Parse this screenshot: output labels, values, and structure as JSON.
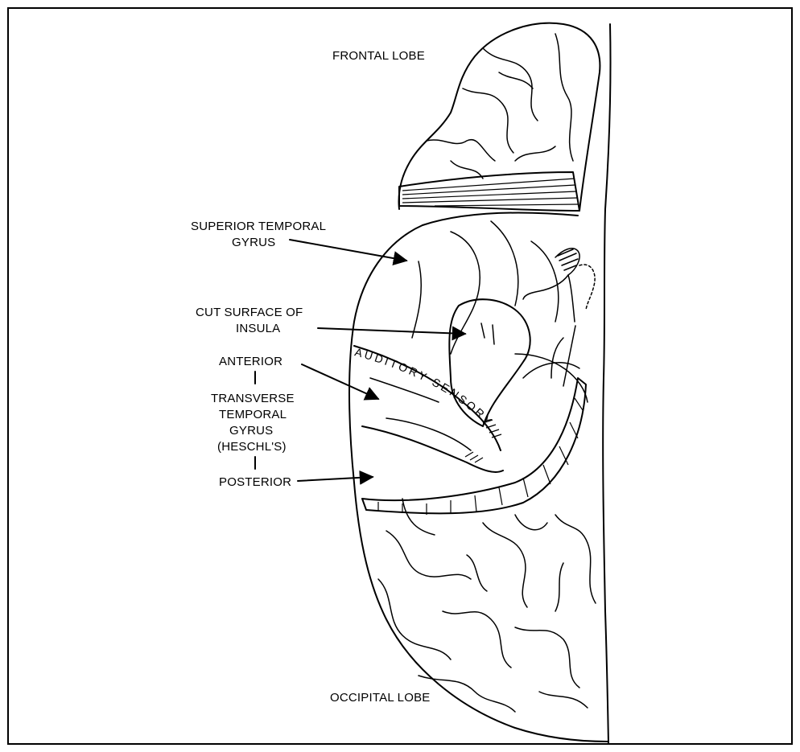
{
  "labels": {
    "frontal_lobe": "FRONTAL LOBE",
    "superior_temporal_line1": "SUPERIOR TEMPORAL",
    "superior_temporal_line2": "GYRUS",
    "cut_surface_line1": "CUT SURFACE OF",
    "cut_surface_line2": "INSULA",
    "anterior": "ANTERIOR",
    "transverse_line1": "TRANSVERSE",
    "transverse_line2": "TEMPORAL",
    "transverse_line3": "GYRUS",
    "transverse_line4": "(HESCHL'S)",
    "posterior": "POSTERIOR",
    "auditory_sensory": "AUDITORY SENSORY",
    "occipital_lobe": "OCCIPITAL LOBE"
  },
  "colors": {
    "ink": "#000000",
    "paper": "#ffffff"
  }
}
